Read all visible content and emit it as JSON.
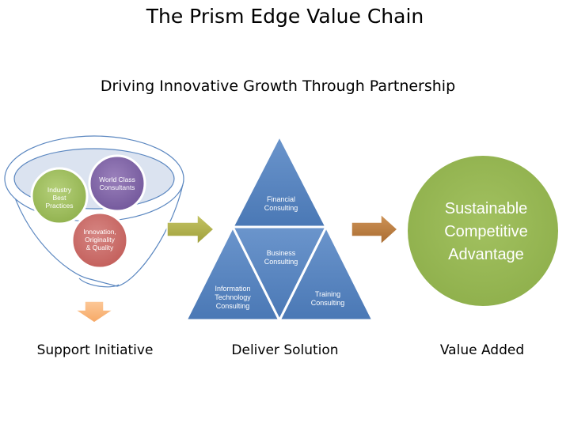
{
  "title": "The Prism Edge Value Chain",
  "subtitle": "Driving Innovative Growth Through Partnership",
  "funnel": {
    "circles": [
      {
        "lines": [
          "Industry",
          "Best",
          "Practices"
        ]
      },
      {
        "lines": [
          "World Class",
          "Consultants"
        ]
      },
      {
        "lines": [
          "Innovation,",
          "Originality",
          "& Quality"
        ]
      }
    ],
    "caption": "Support Initiative"
  },
  "prism": {
    "top": {
      "lines": [
        "Financial",
        "Consulting"
      ]
    },
    "middle": {
      "lines": [
        "Business",
        "Consulting"
      ]
    },
    "left": {
      "lines": [
        "Information",
        "Technology",
        "Consulting"
      ]
    },
    "right": {
      "lines": [
        "Training",
        "Consulting"
      ]
    },
    "caption": "Deliver Solution"
  },
  "outcome": {
    "lines": [
      "Sustainable",
      "Competitive",
      "Advantage"
    ],
    "caption": "Value Added"
  },
  "colors": {
    "green_circle": "#9bbb59",
    "purple_circle": "#8064a2",
    "red_circle": "#c0504d",
    "triangle_blue": "#4f81bd",
    "arrow_olive": "#b3b24c",
    "arrow_brown": "#b57a3c",
    "arrow_peach": "#f9b47a",
    "funnel_line": "#4f81bd"
  }
}
